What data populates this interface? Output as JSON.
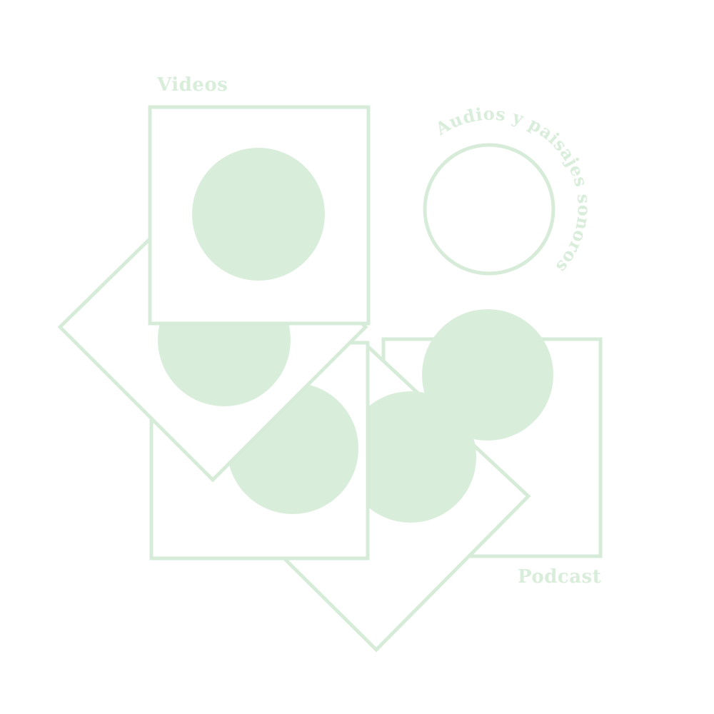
{
  "colors": {
    "background": "#ffffff",
    "accent": "#d8edda",
    "stroke": "#d6ecd8"
  },
  "sections": {
    "videos": {
      "label": "Videos"
    },
    "audios": {
      "label": "Audios y paisajes sonoros"
    },
    "podcast": {
      "label": "Podcast"
    }
  }
}
